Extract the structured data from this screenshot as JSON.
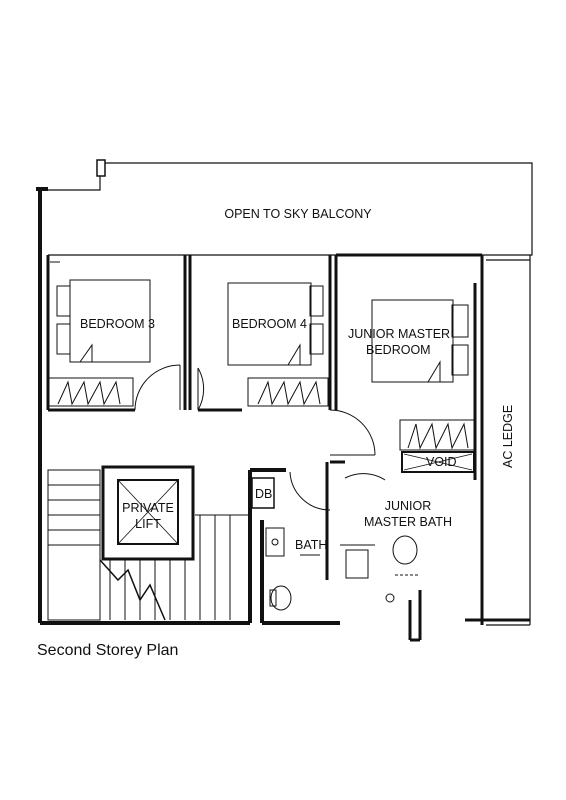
{
  "plan": {
    "caption": "Second Storey Plan",
    "rooms": {
      "balcony": "OPEN TO SKY BALCONY",
      "bedroom3": "BEDROOM 3",
      "bedroom4": "BEDROOM 4",
      "junior_master_1": "JUNIOR MASTER",
      "junior_master_2": "BEDROOM",
      "ac_ledge": "AC LEDGE",
      "void": "VOID",
      "db": "DB",
      "lift_1": "PRIVATE",
      "lift_2": "LIFT",
      "bath": "BATH",
      "jm_bath_1": "JUNIOR",
      "jm_bath_2": "MASTER BATH"
    }
  }
}
